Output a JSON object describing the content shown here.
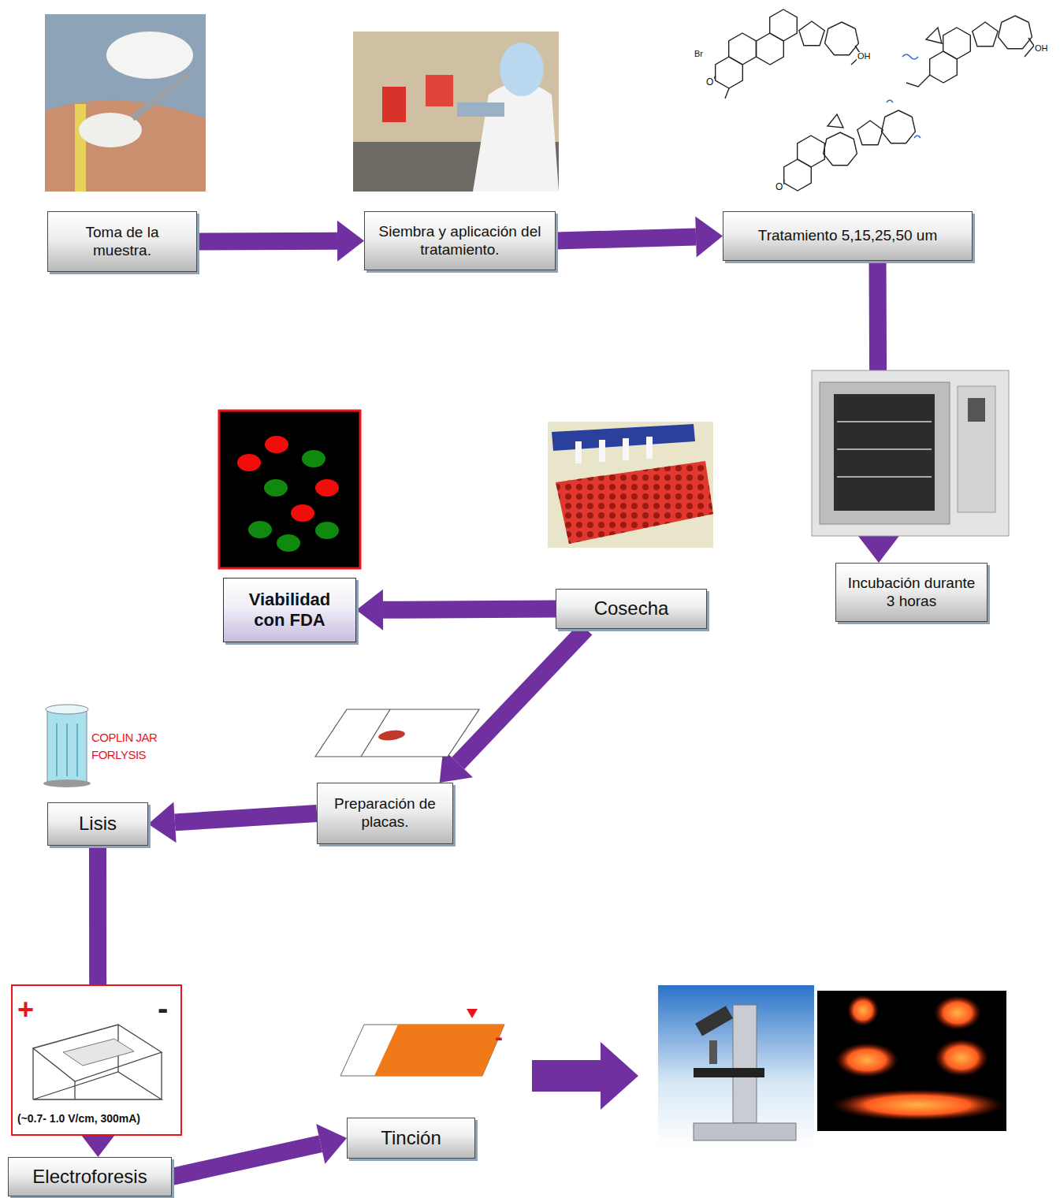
{
  "diagram": {
    "nodes": [
      {
        "text": [
          "Toma de la muestra."
        ]
      },
      {
        "text": [
          "Siembra y aplicación del tratamiento."
        ]
      },
      {
        "text": [
          "Tratamiento 5,15,25,50 um"
        ]
      },
      {
        "text": [
          "Incubación durante 3 horas"
        ]
      },
      {
        "text": [
          "Cosecha"
        ]
      },
      {
        "text": [
          "Viabilidad con FDA"
        ]
      },
      {
        "text": [
          "Preparación de placas."
        ]
      },
      {
        "text": [
          "Lisis"
        ]
      },
      {
        "text": [
          "Electroforesis"
        ]
      },
      {
        "text": [
          "Tinción"
        ]
      }
    ],
    "edges": [
      {
        "from": 0,
        "to": 1,
        "arrow": "to"
      },
      {
        "from": 1,
        "to": 2,
        "arrow": "to"
      },
      {
        "from": 2,
        "to": 3,
        "arrow": "to"
      },
      {
        "from": 4,
        "to": 5,
        "arrow": "to"
      },
      {
        "from": 4,
        "to": 6,
        "arrow": "to"
      },
      {
        "from": 6,
        "to": 7,
        "arrow": "to"
      },
      {
        "from": 7,
        "to": 8,
        "arrow": "to"
      },
      {
        "from": 8,
        "to": 9,
        "arrow": "to"
      }
    ],
    "labels": [
      "Br",
      "OH",
      "OH",
      "O",
      "O",
      "COPLIN JAR",
      "FORLYSIS",
      "+",
      "-",
      "(~0.7- 1.0 V/cm, 300mA)",
      "-"
    ]
  }
}
